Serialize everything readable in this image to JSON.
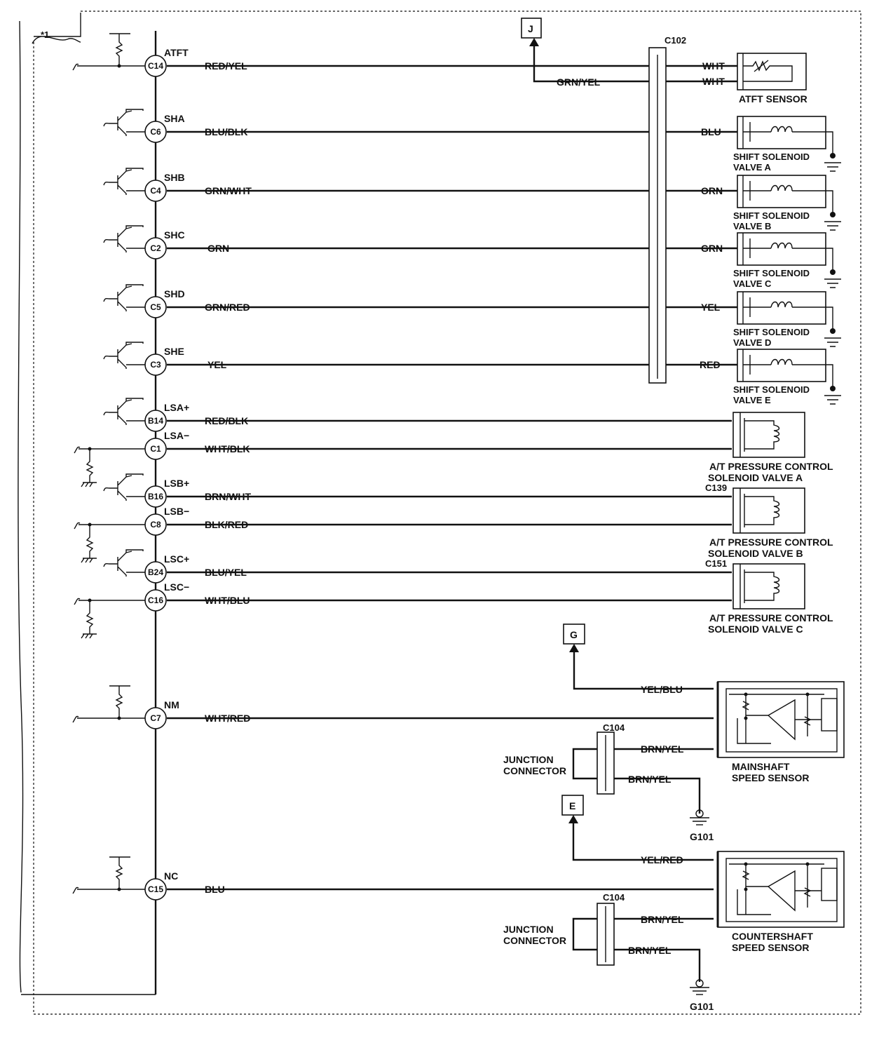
{
  "page_marker": "*1",
  "ecm_pins": [
    {
      "pin": "C14",
      "signal": "ATFT"
    },
    {
      "pin": "C6",
      "signal": "SHA"
    },
    {
      "pin": "C4",
      "signal": "SHB"
    },
    {
      "pin": "C2",
      "signal": "SHC"
    },
    {
      "pin": "C5",
      "signal": "SHD"
    },
    {
      "pin": "C3",
      "signal": "SHE"
    },
    {
      "pin": "B14",
      "signal": "LSA+"
    },
    {
      "pin": "C1",
      "signal": "LSA−"
    },
    {
      "pin": "B16",
      "signal": "LSB+"
    },
    {
      "pin": "C8",
      "signal": "LSB−"
    },
    {
      "pin": "B24",
      "signal": "LSC+"
    },
    {
      "pin": "C16",
      "signal": "LSC−"
    },
    {
      "pin": "C7",
      "signal": "NM"
    },
    {
      "pin": "C15",
      "signal": "NC"
    }
  ],
  "wires": [
    {
      "left": "RED/YEL",
      "right": "WHT"
    },
    {
      "left": "BLU/BLK",
      "right": "BLU"
    },
    {
      "left": "GRN/WHT",
      "right": "ORN"
    },
    {
      "left": "GRN",
      "right": "GRN"
    },
    {
      "left": "GRN/RED",
      "right": "YEL"
    },
    {
      "left": "YEL",
      "right": "RED"
    },
    {
      "left": "RED/BLK",
      "right": ""
    },
    {
      "left": "WHT/BLK",
      "right": ""
    },
    {
      "left": "BRN/WHT",
      "right": ""
    },
    {
      "left": "BLK/RED",
      "right": ""
    },
    {
      "left": "BLU/YEL",
      "right": ""
    },
    {
      "left": "WHT/BLU",
      "right": ""
    },
    {
      "left": "WHT/RED",
      "right": ""
    },
    {
      "left": "BLU",
      "right": ""
    }
  ],
  "branch_wires": {
    "atft_return": "WHT",
    "to_j": "GRN/YEL",
    "to_g": "YEL/BLU",
    "to_e": "YEL/RED",
    "jc1_a": "BRN/YEL",
    "jc1_b": "BRN/YEL",
    "jc2_a": "BRN/YEL",
    "jc2_b": "BRN/YEL"
  },
  "connectors": {
    "c102": "C102",
    "c139": "C139",
    "c151": "C151",
    "c104_a": "C104",
    "c104_b": "C104"
  },
  "refs": {
    "j": "J",
    "g": "G",
    "e": "E"
  },
  "grounds": {
    "g101_a": "G101",
    "g101_b": "G101"
  },
  "components": {
    "atft": [
      "ATFT SENSOR"
    ],
    "sva": [
      "SHIFT SOLENOID",
      "VALVE A"
    ],
    "svb": [
      "SHIFT SOLENOID",
      "VALVE B"
    ],
    "svc": [
      "SHIFT SOLENOID",
      "VALVE C"
    ],
    "svd": [
      "SHIFT SOLENOID",
      "VALVE D"
    ],
    "sve": [
      "SHIFT SOLENOID",
      "VALVE E"
    ],
    "pca": [
      "A/T PRESSURE CONTROL",
      "SOLENOID VALVE A"
    ],
    "pcb": [
      "A/T PRESSURE CONTROL",
      "SOLENOID VALVE B"
    ],
    "pcc": [
      "A/T PRESSURE CONTROL",
      "SOLENOID VALVE C"
    ],
    "mss": [
      "MAINSHAFT",
      "SPEED SENSOR"
    ],
    "css": [
      "COUNTERSHAFT",
      "SPEED SENSOR"
    ],
    "jc1": [
      "JUNCTION",
      "CONNECTOR"
    ],
    "jc2": [
      "JUNCTION",
      "CONNECTOR"
    ]
  }
}
